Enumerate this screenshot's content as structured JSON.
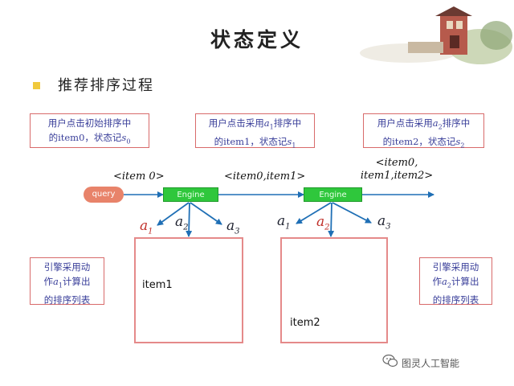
{
  "title": "状态定义",
  "bullet": "推荐排序过程",
  "notes": {
    "top_left": {
      "line1": "用户点击初始排序中",
      "line2_pre": "的item0，状态记",
      "line2_var": "s",
      "line2_sub": "0"
    },
    "top_middle": {
      "line1_pre": "用户点击采用",
      "line1_var": "a",
      "line1_sub": "1",
      "line1_post": "排序中",
      "line2_pre": "的item1，状态记",
      "line2_var": "s",
      "line2_sub": "1"
    },
    "top_right": {
      "line1_pre": "用户点击采用",
      "line1_var": "a",
      "line1_sub": "2",
      "line1_post": "排序中",
      "line2_pre": "的item2，状态记",
      "line2_var": "s",
      "line2_sub": "2"
    },
    "bottom_left": {
      "line1": "引擎采用动",
      "line2_pre": "作",
      "line2_var": "a",
      "line2_sub": "1",
      "line2_post": "计算出",
      "line3": "的排序列表"
    },
    "bottom_right": {
      "line1": "引擎采用动",
      "line2_pre": "作",
      "line2_var": "a",
      "line2_sub": "2",
      "line2_post": "计算出",
      "line3": "的排序列表"
    }
  },
  "flow_labels": {
    "state0": "<item 0>",
    "state1": "<item0,item1>",
    "state2_line1": "<item0,",
    "state2_line2": "item1,item2>"
  },
  "query_label": "query",
  "engine_label": "Engine",
  "actions": {
    "a": "a",
    "sub1": "1",
    "sub2": "2",
    "sub3": "3"
  },
  "item_labels": {
    "box1": "item1",
    "box2": "item2"
  },
  "watermark": "图灵人工智能",
  "colors": {
    "arrow_blue": "#1f6fb5",
    "engine_green": "#2fc73c",
    "query_orange": "#e8836a",
    "heptagon_red": "#d9261c",
    "note_border": "#d86b6b",
    "note_text": "#3a3f9a",
    "bullet_yellow": "#f0c93d"
  },
  "icons": [
    "heptagon-icon",
    "wechat-icon",
    "building-decoration"
  ]
}
